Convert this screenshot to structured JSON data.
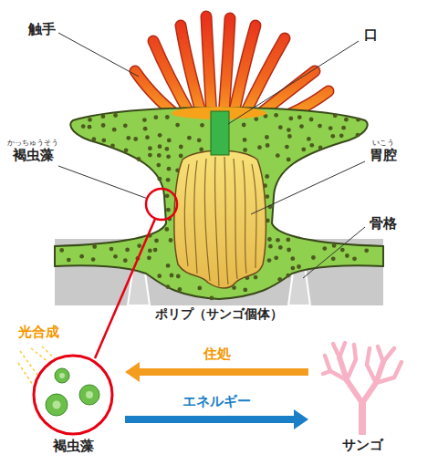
{
  "diagram": {
    "nodes": [
      {
        "text": [
          "褐虫藻"
        ]
      },
      {
        "text": [
          "サンゴ"
        ]
      }
    ],
    "edges": [
      {
        "from": 1,
        "to": 0,
        "label": "住処",
        "arrow": "to"
      },
      {
        "from": 0,
        "to": 1,
        "label": "エネルギー",
        "arrow": "to"
      }
    ],
    "labels": [
      "触手",
      "口",
      "かっちゅうそう",
      "褐虫藻",
      "いこう",
      "胃腔",
      "骨格",
      "ポリプ（サンゴ個体）",
      "光合成"
    ]
  }
}
